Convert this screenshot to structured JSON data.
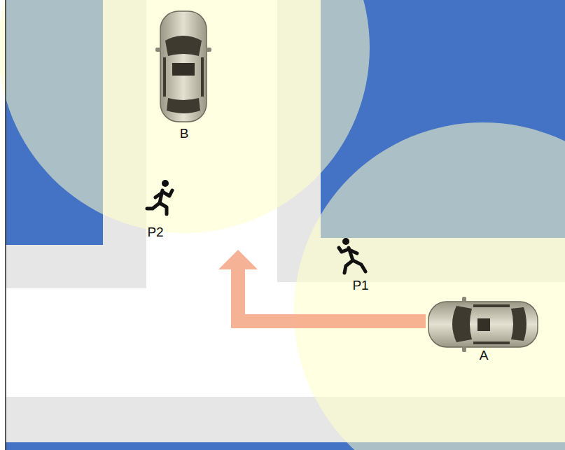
{
  "diagram": {
    "labels": [
      "B",
      "P2",
      "P1",
      "A"
    ]
  }
}
